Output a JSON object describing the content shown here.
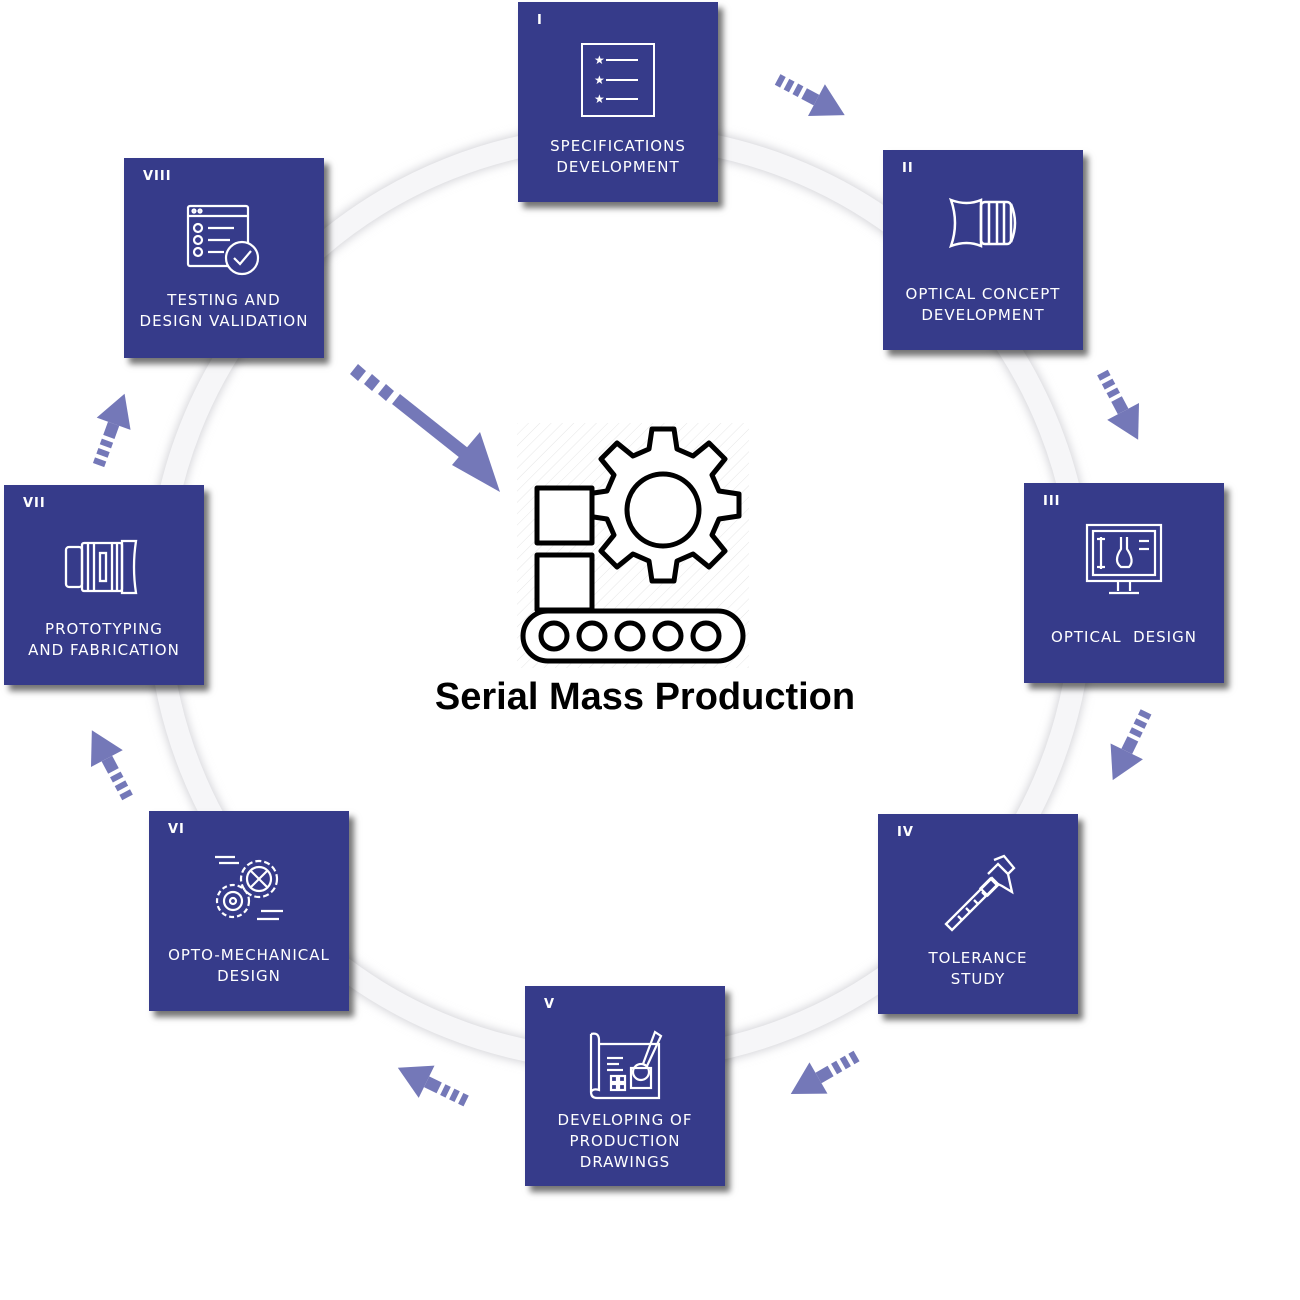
{
  "center": {
    "title": "Serial Mass Production",
    "icon": "factory-conveyor-gear-icon"
  },
  "colors": {
    "box": "#363b8a",
    "arrow": "#7478b8",
    "ring": "#f4f4f6"
  },
  "steps": [
    {
      "num": "I",
      "lines": [
        "SPECIFICATIONS",
        "DEVELOPMENT"
      ],
      "icon": "checklist-icon"
    },
    {
      "num": "II",
      "lines": [
        "OPTICAL CONCEPT",
        "DEVELOPMENT"
      ],
      "icon": "lens-icon"
    },
    {
      "num": "III",
      "lines": [
        "OPTICAL  DESIGN"
      ],
      "icon": "monitor-design-icon"
    },
    {
      "num": "IV",
      "lines": [
        "TOLERANCE",
        "STUDY"
      ],
      "icon": "caliper-icon"
    },
    {
      "num": "V",
      "lines": [
        "DEVELOPING OF",
        "PRODUCTION",
        "DRAWINGS"
      ],
      "icon": "blueprint-icon"
    },
    {
      "num": "VI",
      "lines": [
        "OPTO-MECHANICAL",
        "DESIGN"
      ],
      "icon": "gears-icon"
    },
    {
      "num": "VII",
      "lines": [
        "PROTOTYPING",
        "AND FABRICATION"
      ],
      "icon": "camera-lens-icon"
    },
    {
      "num": "VIII",
      "lines": [
        "TESTING AND",
        "DESIGN VALIDATION"
      ],
      "icon": "test-checklist-icon"
    }
  ]
}
